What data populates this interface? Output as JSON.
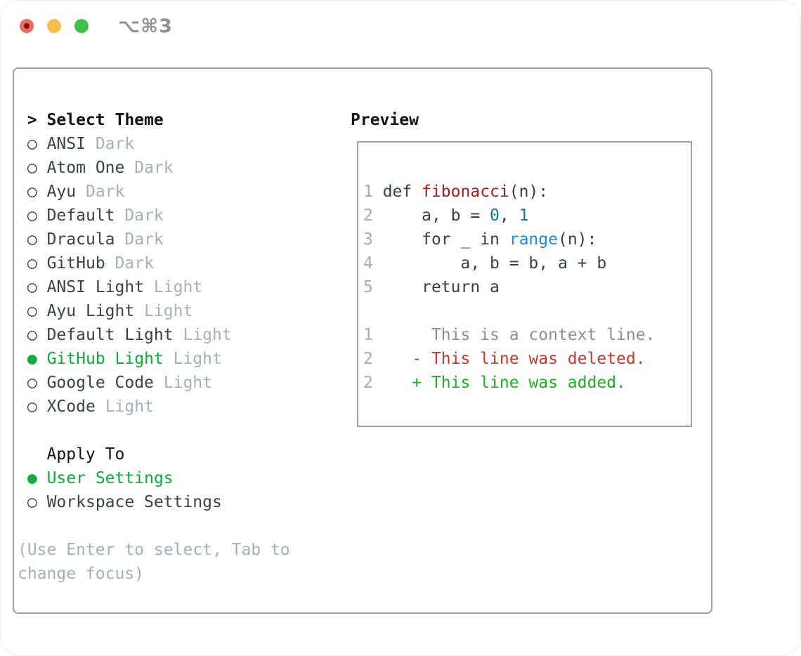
{
  "window": {
    "title": "⌥⌘3",
    "traffic_lights": [
      {
        "role": "close",
        "color": "#ee6a5f",
        "dot_color": "#82150e",
        "has_dot": true
      },
      {
        "role": "minimize",
        "color": "#f6bd4e",
        "has_dot": false
      },
      {
        "role": "zoom",
        "color": "#3bc24b",
        "has_dot": false
      }
    ],
    "title_color": "#8f9297"
  },
  "theme_list": {
    "prompt_marker": ">",
    "header": "Select Theme",
    "items": [
      {
        "name": "ANSI",
        "variant": "Dark",
        "selected": false
      },
      {
        "name": "Atom One",
        "variant": "Dark",
        "selected": false
      },
      {
        "name": "Ayu",
        "variant": "Dark",
        "selected": false
      },
      {
        "name": "Default",
        "variant": "Dark",
        "selected": false
      },
      {
        "name": "Dracula",
        "variant": "Dark",
        "selected": false
      },
      {
        "name": "GitHub",
        "variant": "Dark",
        "selected": false
      },
      {
        "name": "ANSI Light",
        "variant": "Light",
        "selected": false
      },
      {
        "name": "Ayu Light",
        "variant": "Light",
        "selected": false
      },
      {
        "name": "Default Light",
        "variant": "Light",
        "selected": false
      },
      {
        "name": "GitHub Light",
        "variant": "Light",
        "selected": true
      },
      {
        "name": "Google Code",
        "variant": "Light",
        "selected": false
      },
      {
        "name": "XCode",
        "variant": "Light",
        "selected": false
      }
    ]
  },
  "apply_to": {
    "header": "Apply To",
    "options": [
      {
        "name": "User Settings",
        "selected": true
      },
      {
        "name": "Workspace Settings",
        "selected": false
      }
    ]
  },
  "hint_lines": [
    "(Use Enter to select, Tab to",
    "change focus)"
  ],
  "markers": {
    "selected": "●",
    "unselected": "○"
  },
  "preview": {
    "header": "Preview",
    "code_lines": [
      {
        "num": "1",
        "segs": [
          {
            "t": " def ",
            "c": "plain"
          },
          {
            "t": "fibonacci",
            "c": "function"
          },
          {
            "t": "(n):",
            "c": "plain"
          }
        ]
      },
      {
        "num": "2",
        "segs": [
          {
            "t": "     a, b = ",
            "c": "plain"
          },
          {
            "t": "0",
            "c": "number"
          },
          {
            "t": ", ",
            "c": "plain"
          },
          {
            "t": "1",
            "c": "number"
          }
        ]
      },
      {
        "num": "3",
        "segs": [
          {
            "t": "     for _ in ",
            "c": "plain"
          },
          {
            "t": "range",
            "c": "builtin"
          },
          {
            "t": "(n):",
            "c": "plain"
          }
        ]
      },
      {
        "num": "4",
        "segs": [
          {
            "t": "         a, b = b, a + b",
            "c": "plain"
          }
        ]
      },
      {
        "num": "5",
        "segs": [
          {
            "t": "     return a",
            "c": "plain"
          }
        ]
      },
      {
        "num": "",
        "segs": []
      },
      {
        "num": "1",
        "segs": [
          {
            "t": "      This is a context line.",
            "c": "context"
          }
        ]
      },
      {
        "num": "2",
        "segs": [
          {
            "t": "    - This line was deleted.",
            "c": "deleted"
          }
        ]
      },
      {
        "num": "2",
        "segs": [
          {
            "t": "    + This line was added.",
            "c": "added"
          }
        ]
      }
    ]
  },
  "colors": {
    "panel_border": "#9aa3ad",
    "text_primary": "#3a4149",
    "text_header": "#101418",
    "text_muted": "#a6b0ba",
    "selected_green": "#0fab3c",
    "code_plain": "#383f45",
    "code_function": "#a2211e",
    "code_number": "#0e7f8a",
    "code_builtin": "#1b90ca",
    "code_line_number": "#a3adb8",
    "diff_context": "#8a9096",
    "diff_deleted": "#c43a2b",
    "diff_added": "#1ab223"
  }
}
